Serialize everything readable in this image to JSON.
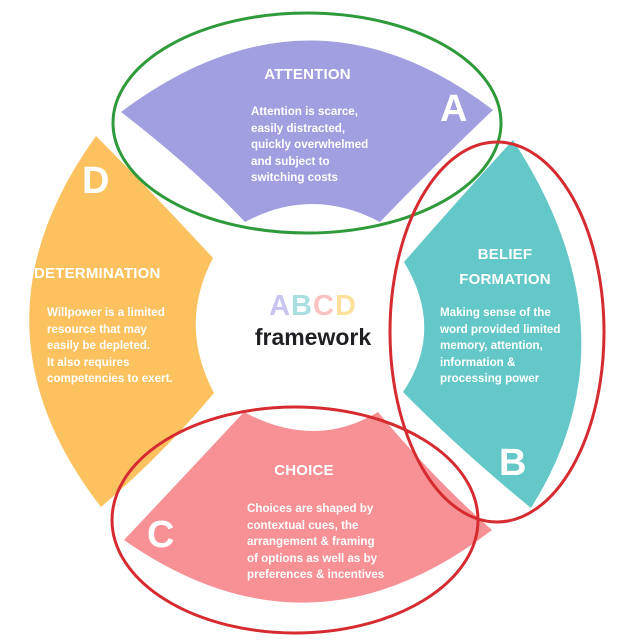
{
  "center": {
    "letters": [
      "A",
      "B",
      "C",
      "D"
    ],
    "word": "framework"
  },
  "segments": {
    "attention": {
      "letter": "A",
      "title": "ATTENTION",
      "desc": "Attention is scarce,\neasily distracted,\nquickly overwhelmed\nand subject to\nswitching costs"
    },
    "belief": {
      "letter": "B",
      "title": "BELIEF\nFORMATION",
      "desc": "Making sense of the\nword provided limited\nmemory, attention,\ninformation &\nprocessing power"
    },
    "choice": {
      "letter": "C",
      "title": "CHOICE",
      "desc": "Choices are shaped by\ncontextual cues, the\narrangement & framing\nof options as well as by\npreferences & incentives"
    },
    "determination": {
      "letter": "D",
      "title": "DETERMINATION",
      "desc": "Willpower is a limited\nresource that may\neasily be depleted.\nIt also requires\ncompetencies to exert."
    }
  },
  "colors": {
    "attention": "#a19fe0",
    "belief": "#64c7c8",
    "choice": "#f79195",
    "determination": "#fcc260",
    "center_letters": [
      "#c8c5ee",
      "#a9dfe0",
      "#fbc2c4",
      "#fde09c"
    ],
    "highlight_green": "#2e9a3a",
    "highlight_red": "#d62b30"
  }
}
